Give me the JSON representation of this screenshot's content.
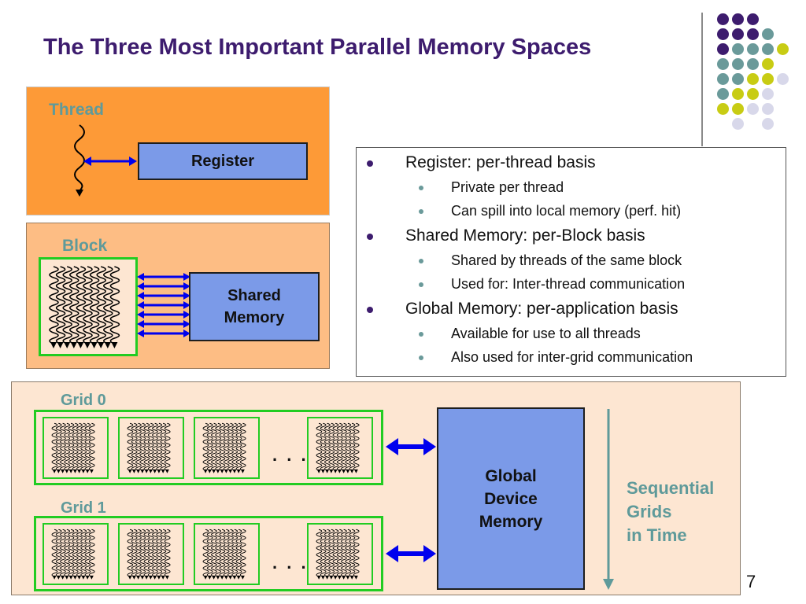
{
  "title": "The Three Most Important Parallel Memory Spaces",
  "colors": {
    "title": "#3d1c6e",
    "thread_panel": "#fd9a37",
    "block_panel": "#fdbd84",
    "grid_panel": "#fde6d2",
    "memory_box": "#7b9ae8",
    "teal_label": "#5f9a9a",
    "green_outline": "#22cc22",
    "arrow_blue": "#0000ee"
  },
  "thread_panel": {
    "label": "Thread",
    "register_label": "Register"
  },
  "block_panel": {
    "label": "Block",
    "shared_label_line1": "Shared",
    "shared_label_line2": "Memory"
  },
  "bullets": {
    "items": [
      {
        "text": "Register: per-thread basis",
        "sub": [
          "Private per thread",
          "Can spill into local memory (perf. hit)"
        ]
      },
      {
        "text": "Shared Memory:  per-Block basis",
        "sub": [
          "Shared by threads of the same block",
          "Used for: Inter-thread communication"
        ]
      },
      {
        "text": "Global Memory: per-application basis",
        "sub": [
          "Available for use to all threads",
          "Also used for inter-grid communication"
        ]
      }
    ]
  },
  "grid_panel": {
    "grid0_label": "Grid 0",
    "grid1_label": "Grid 1",
    "ellipsis": ". . .",
    "global_line1": "Global",
    "global_line2": "Device",
    "global_line3": "Memory",
    "sequential_line1": "Sequential",
    "sequential_line2": "Grids",
    "sequential_line3": "in Time"
  },
  "page_number": "7"
}
